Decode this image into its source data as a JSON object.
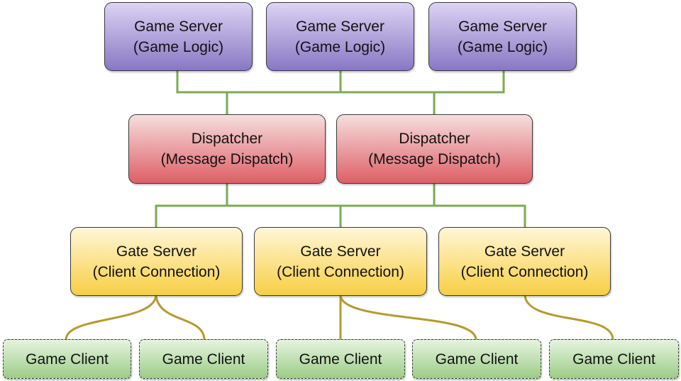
{
  "diagram": {
    "colors": {
      "game_server": "#8878c4",
      "dispatcher": "#de5f66",
      "gate_server": "#f8cf43",
      "client": "#9ccc87",
      "server_link": "#7bab53",
      "client_link": "#b39b32"
    },
    "game_servers": [
      {
        "title": "Game Server",
        "subtitle": "(Game Logic)"
      },
      {
        "title": "Game Server",
        "subtitle": "(Game Logic)"
      },
      {
        "title": "Game Server",
        "subtitle": "(Game Logic)"
      }
    ],
    "dispatchers": [
      {
        "title": "Dispatcher",
        "subtitle": "(Message Dispatch)"
      },
      {
        "title": "Dispatcher",
        "subtitle": "(Message Dispatch)"
      }
    ],
    "gate_servers": [
      {
        "title": "Gate Server",
        "subtitle": "(Client Connection)"
      },
      {
        "title": "Gate Server",
        "subtitle": "(Client Connection)"
      },
      {
        "title": "Gate Server",
        "subtitle": "(Client Connection)"
      }
    ],
    "clients": [
      {
        "label": "Game Client"
      },
      {
        "label": "Game Client"
      },
      {
        "label": "Game Client"
      },
      {
        "label": "Game Client"
      },
      {
        "label": "Game Client"
      }
    ]
  }
}
